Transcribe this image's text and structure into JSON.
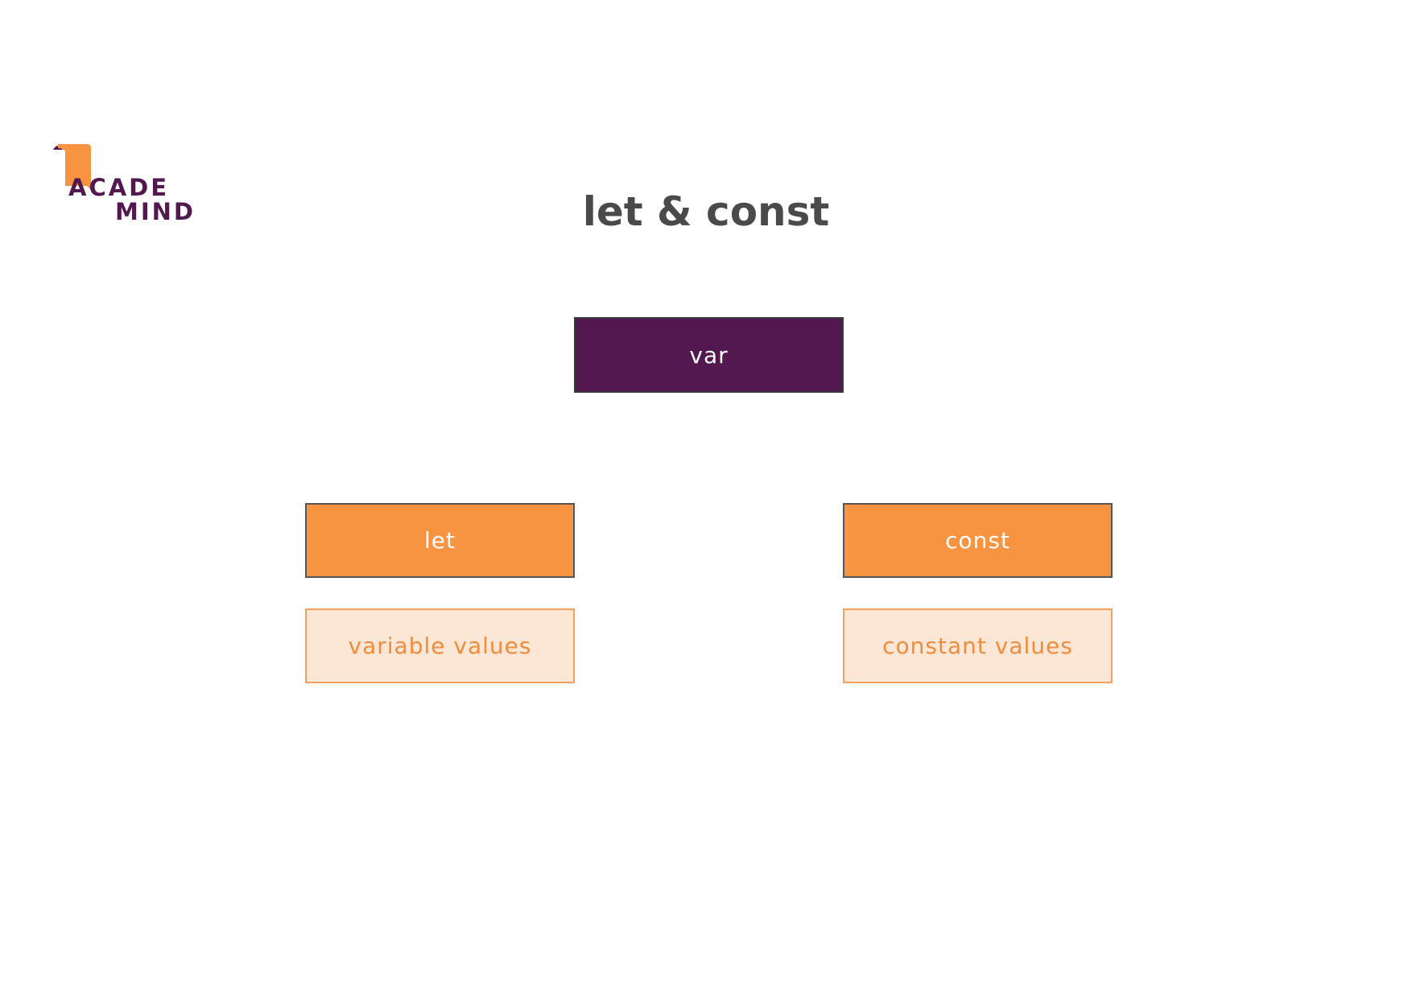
{
  "logo": {
    "name": "academind-logo",
    "line1": "ACADE",
    "line2": "MIND"
  },
  "title": "let & const",
  "nodes": {
    "var": "var",
    "let": "let",
    "const": "const",
    "let_description": "variable values",
    "const_description": "constant values"
  },
  "colors": {
    "purple": "#52184f",
    "orange": "#f89441",
    "light_orange": "#fce6d6",
    "orange_text": "#f08c3a",
    "title_gray": "#4a4a4a"
  }
}
